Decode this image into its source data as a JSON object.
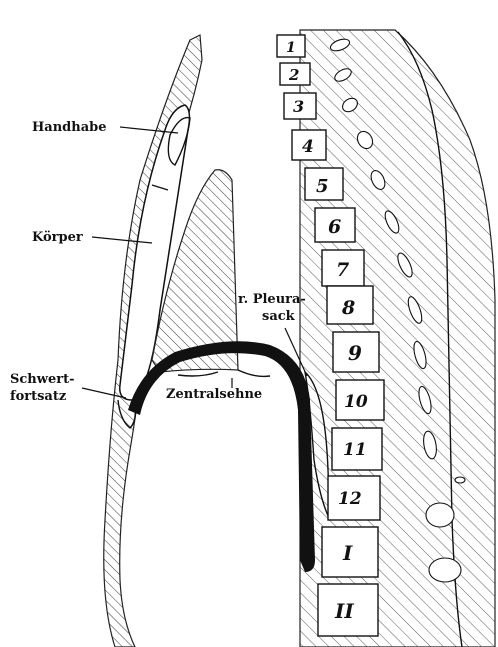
{
  "labels": {
    "handhabe": "Handhabe",
    "koerper": "Körper",
    "schwert_1": "Schwert-",
    "schwert_2": "fortsatz",
    "zentralsehne": "Zentralsehne",
    "pleura_1": "r. Pleura-",
    "pleura_2": "sack"
  },
  "vertebrae": [
    "1",
    "2",
    "3",
    "4",
    "5",
    "6",
    "7",
    "8",
    "9",
    "10",
    "11",
    "12",
    "I",
    "II"
  ]
}
